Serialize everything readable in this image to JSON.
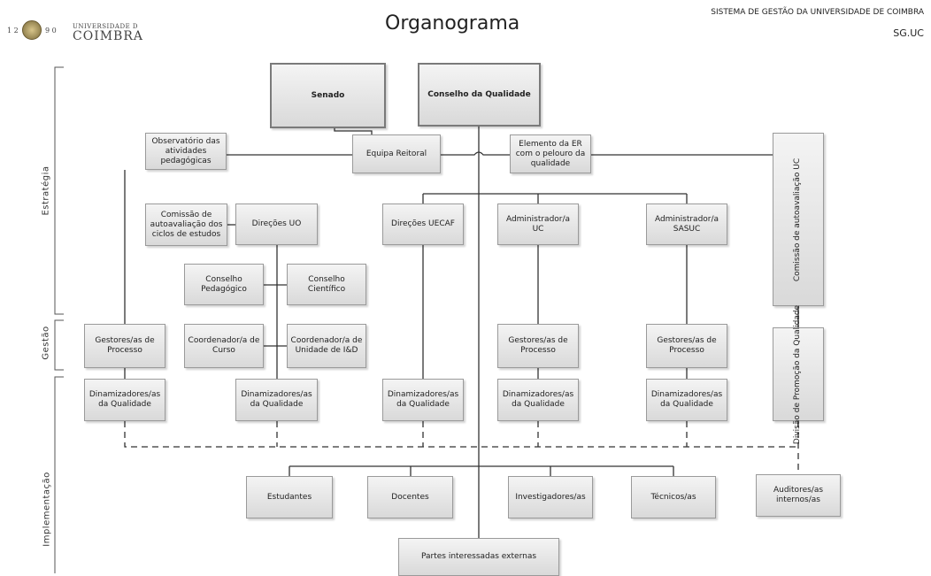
{
  "header": {
    "logo_years_left": "1 2",
    "logo_years_right": "9 0",
    "university_line1": "UNIVERSIDADE D",
    "university_line2": "COIMBRA",
    "title": "Organograma",
    "system_name": "SISTEMA DE GESTÃO DA UNIVERSIDADE DE COIMBRA",
    "system_code": "SG.UC"
  },
  "levels": {
    "strategy": "Estratégia",
    "management": "Gestão",
    "implementation": "Implementação"
  },
  "boxes": {
    "senado": "Senado",
    "conselho_qualidade": "Conselho da Qualidade",
    "observatorio": "Observatório das atividades pedagógicas",
    "equipa_reitoral": "Equipa Reitoral",
    "elemento_er": "Elemento da ER com o pelouro da qualidade",
    "comissao_autoavaliacao_uc": "Comissão de autoavaliação UC",
    "comissao_ciclos": "Comissão de autoavaliação dos ciclos de estudos",
    "direcoes_uo": "Direções UO",
    "direcoes_uecaf": "Direções UECAF",
    "admin_uc": "Administrador/a UC",
    "admin_sasuc": "Administrador/a SASUC",
    "conselho_pedagogico": "Conselho Pedagógico",
    "conselho_cientifico": "Conselho Científico",
    "gestores_1": "Gestores/as de Processo",
    "coord_curso": "Coordenador/a de Curso",
    "coord_unidade": "Coordenador/a de Unidade de I&D",
    "gestores_2": "Gestores/as de Processo",
    "gestores_3": "Gestores/as de Processo",
    "divisao_promocao": "Divisão de Promoção da Qualidade",
    "dinam_1": "Dinamizadores/as da Qualidade",
    "dinam_2": "Dinamizadores/as da Qualidade",
    "dinam_3": "Dinamizadores/as da Qualidade",
    "dinam_4": "Dinamizadores/as da Qualidade",
    "dinam_5": "Dinamizadores/as da Qualidade",
    "estudantes": "Estudantes",
    "docentes": "Docentes",
    "investigadores": "Investigadores/as",
    "tecnicos": "Técnicos/as",
    "auditores": "Auditores/as internos/as",
    "partes_externas": "Partes interessadas externas"
  }
}
